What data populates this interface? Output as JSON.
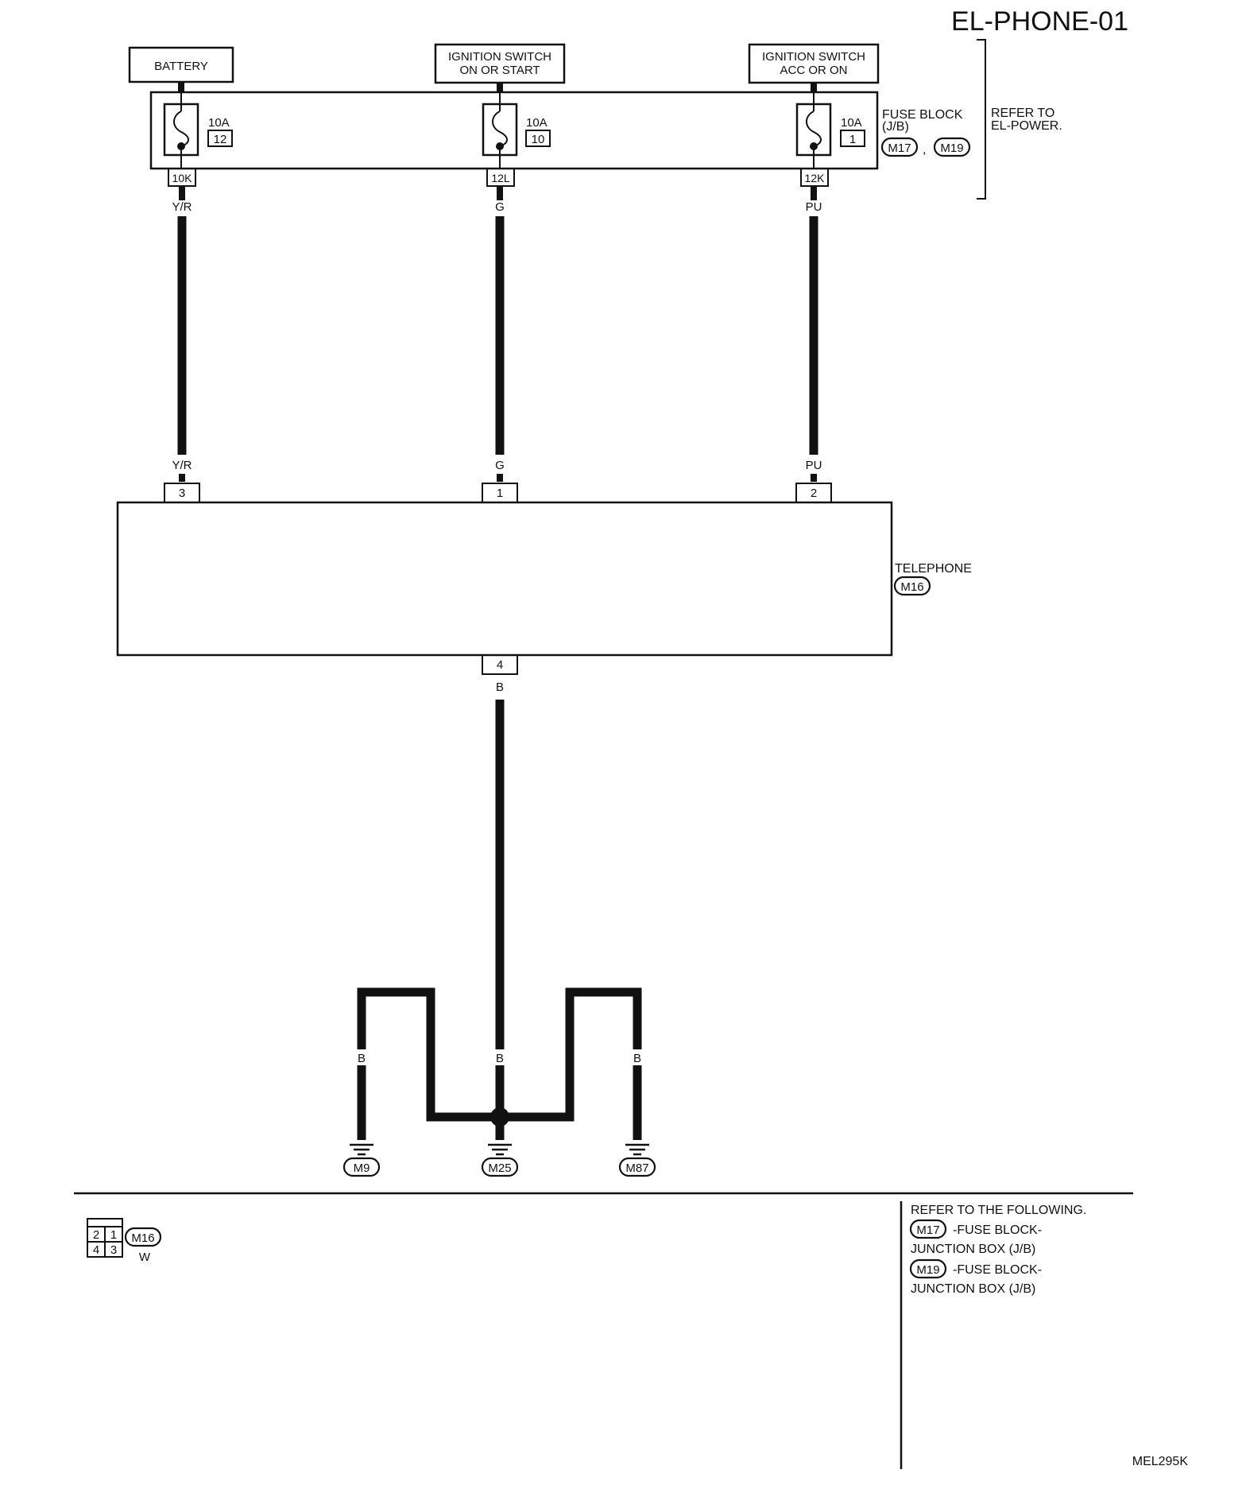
{
  "diagram_id": "EL-PHONE-01",
  "image_code": "MEL295K",
  "power_sources": [
    {
      "line1": "BATTERY",
      "line2": ""
    },
    {
      "line1": "IGNITION SWITCH",
      "line2": "ON OR START"
    },
    {
      "line1": "IGNITION SWITCH",
      "line2": "ACC OR ON"
    }
  ],
  "fuses": [
    {
      "amps": "10A",
      "number": "12",
      "terminal": "10K",
      "wire_color": "Y/R"
    },
    {
      "amps": "10A",
      "number": "10",
      "terminal": "12L",
      "wire_color": "G"
    },
    {
      "amps": "10A",
      "number": "1",
      "terminal": "12K",
      "wire_color": "PU"
    }
  ],
  "fuse_block": {
    "label1": "FUSE BLOCK",
    "label2": "(J/B)",
    "connectors": [
      "M17",
      "M19"
    ],
    "separator": ",",
    "refer1": "REFER TO",
    "refer2": "EL-POWER."
  },
  "telephone": {
    "label": "TELEPHONE",
    "connector": "M16",
    "top_pins": [
      {
        "pin": "3",
        "wire_color": "Y/R"
      },
      {
        "pin": "1",
        "wire_color": "G"
      },
      {
        "pin": "2",
        "wire_color": "PU"
      }
    ],
    "bottom_pin": {
      "pin": "4",
      "wire_color": "B"
    }
  },
  "ground_wires": [
    "B",
    "B",
    "B",
    "B",
    "B"
  ],
  "grounds": [
    "M9",
    "M25",
    "M87"
  ],
  "connector_face": {
    "cells": [
      "2",
      "1",
      "4",
      "3"
    ],
    "connector": "M16",
    "color": "W"
  },
  "refer_following": {
    "title": "REFER TO THE FOLLOWING.",
    "items": [
      {
        "connector": "M17",
        "line1": "-FUSE BLOCK-",
        "line2": "JUNCTION BOX (J/B)"
      },
      {
        "connector": "M19",
        "line1": "-FUSE BLOCK-",
        "line2": "JUNCTION BOX (J/B)"
      }
    ]
  }
}
